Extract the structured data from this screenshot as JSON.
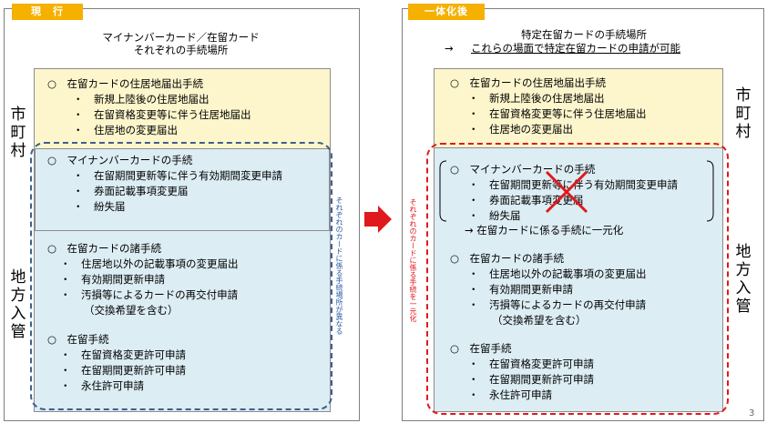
{
  "left": {
    "tag": "現　行",
    "heading_line1": "マイナンバーカード／在留カード",
    "heading_line2": "それぞれの手続場所",
    "side_city": [
      "市",
      "町",
      "村"
    ],
    "side_immig": [
      "地",
      "方",
      "入",
      "管"
    ],
    "vertical_note": "それぞれのカードに係る手続場所が異なる",
    "residence": {
      "title": "○　在留カードの住居地届出手続",
      "items": [
        "・　新規上陸後の住居地届出",
        "・　在留資格変更等に伴う住居地届出",
        "・　住居地の変更届出"
      ]
    },
    "mynumber": {
      "title": "○　マイナンバーカードの手続",
      "items": [
        "・　在留期間更新等に伴う有効期間変更申請",
        "・　券面記載事項変更届",
        "・　紛失届"
      ]
    },
    "card_procedures": {
      "title": "○　在留カードの諸手続",
      "items": [
        "・　住居地以外の記載事項の変更届出",
        "・　有効期間更新申請",
        "・　汚損等によるカードの再交付申請"
      ],
      "note": "（交換希望を含む）"
    },
    "stay_procedures": {
      "title": "○　在留手続",
      "items": [
        "・　在留資格変更許可申請",
        "・　在留期間更新許可申請",
        "・　永住許可申請"
      ]
    }
  },
  "right": {
    "tag": "一体化後",
    "heading_line1": "特定在留カードの手続場所",
    "heading_arrow": "→",
    "heading_line2": "これらの場面で特定在留カードの申請が可能",
    "side_city": [
      "市",
      "町",
      "村"
    ],
    "side_immig": [
      "地",
      "方",
      "入",
      "管"
    ],
    "vertical_note": "それぞれのカードに係る手続を一元化",
    "residence": {
      "title": "○　在留カードの住居地届出手続",
      "items": [
        "・　新規上陸後の住居地届出",
        "・　在留資格変更等に伴う住居地届出",
        "・　住居地の変更届出"
      ]
    },
    "mynumber": {
      "title": "○　マイナンバーカードの手続",
      "items": [
        "・　在留期間更新等に伴う有効期間変更申請",
        "・　券面記載事項変更届",
        "・　紛失届"
      ],
      "unify_note": "→ 在留カードに係る手続に一元化"
    },
    "card_procedures": {
      "title": "○　在留カードの諸手続",
      "items": [
        "・　住居地以外の記載事項の変更届出",
        "・　有効期間更新申請",
        "・　汚損等によるカードの再交付申請"
      ],
      "note": "（交換希望を含む）"
    },
    "stay_procedures": {
      "title": "○　在留手続",
      "items": [
        "・　在留資格変更許可申請",
        "・　在留期間更新許可申請",
        "・　永住許可申請"
      ]
    }
  },
  "page_number": "3",
  "colors": {
    "tag": "#f5b000",
    "yellow": "#fdf6cc",
    "blue": "#dcedf4",
    "dash_blue": "#3d5f8f",
    "dash_red": "#e0191c",
    "arrow": "#e0191c",
    "cross": "#e0191c"
  },
  "icons": {
    "transition_arrow": "right-arrow-icon",
    "removed_mark": "cross-icon"
  }
}
